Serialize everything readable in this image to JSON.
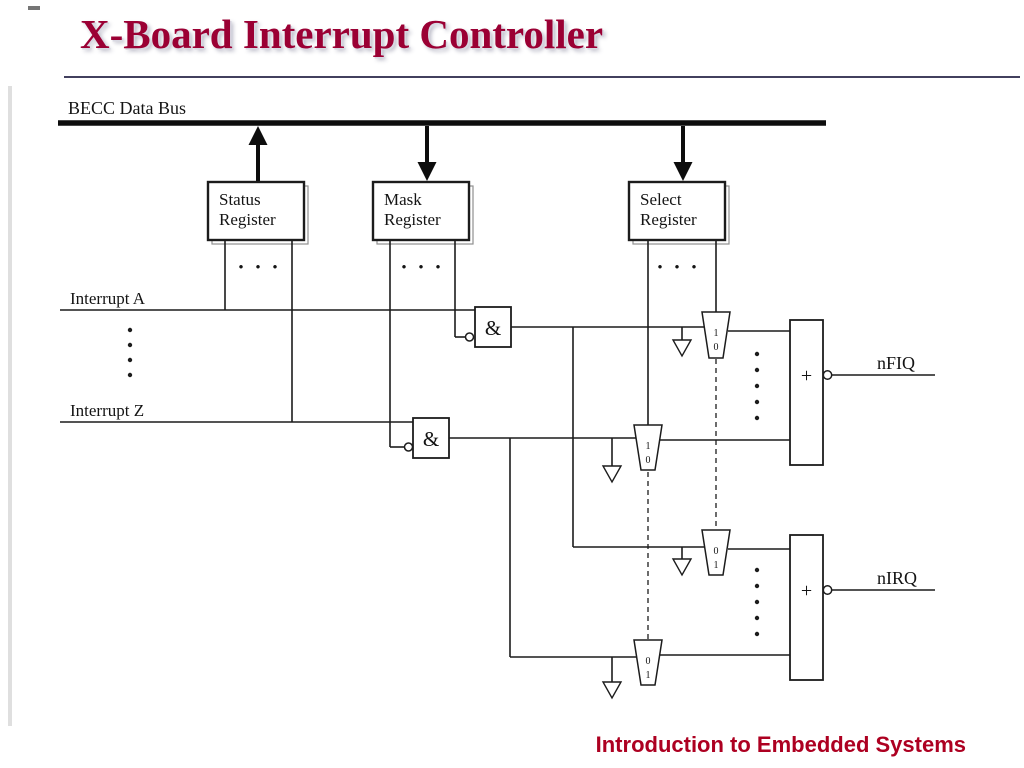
{
  "colors": {
    "paper": "#ffffff",
    "ink": "#141414",
    "title": "#9b0034",
    "rule": "#42405e",
    "footer": "#ad0021"
  },
  "slide": {
    "title": "X-Board Interrupt Controller",
    "footer": "Introduction to Embedded Systems"
  },
  "diagram": {
    "bus_label": "BECC Data Bus",
    "registers": [
      {
        "line1": "Status",
        "line2": "Register"
      },
      {
        "line1": "Mask",
        "line2": "Register"
      },
      {
        "line1": "Select",
        "line2": "Register"
      }
    ],
    "ellipsis": "• • •",
    "interrupts": {
      "a": "Interrupt A",
      "z": "Interrupt Z"
    },
    "and_symbol": "&",
    "or_symbol": "+",
    "mux": {
      "fiq_top": "1",
      "fiq_bottom": "0",
      "irq_top": "0",
      "irq_bottom": "1"
    },
    "outputs": {
      "fiq": "nFIQ",
      "irq": "nIRQ"
    }
  }
}
